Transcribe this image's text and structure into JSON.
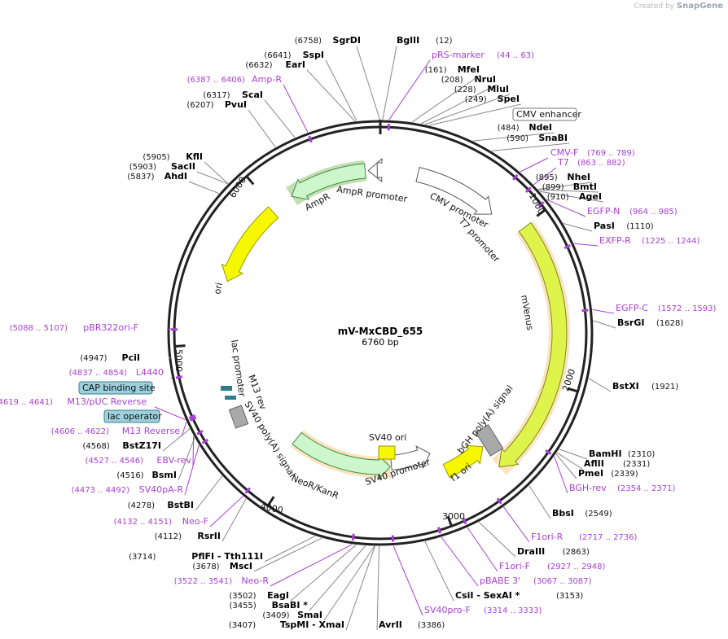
{
  "credit": {
    "created_by": "Created by",
    "brand": "SnapGene"
  },
  "center": {
    "name": "mV-MxCBD_655",
    "length": "6760 bp"
  },
  "ticks": [
    "1000",
    "2000",
    "3000",
    "4000",
    "5000",
    "6000"
  ],
  "sites": [
    {
      "name": "SgrDI",
      "pos": "(6758)"
    },
    {
      "name": "BglII",
      "pos": "(12)"
    },
    {
      "name": "MfeI",
      "pos": "(161)"
    },
    {
      "name": "NruI",
      "pos": "(208)"
    },
    {
      "name": "MluI",
      "pos": "(228)"
    },
    {
      "name": "SpeI",
      "pos": "(249)"
    },
    {
      "name": "NdeI",
      "pos": "(484)"
    },
    {
      "name": "SnaBI",
      "pos": "(590)"
    },
    {
      "name": "NheI",
      "pos": "(895)"
    },
    {
      "name": "BmtI",
      "pos": "(899)"
    },
    {
      "name": "AgeI",
      "pos": "(910)"
    },
    {
      "name": "PasI",
      "pos": "(1110)"
    },
    {
      "name": "BsrGI",
      "pos": "(1628)"
    },
    {
      "name": "BstXI",
      "pos": "(1921)"
    },
    {
      "name": "BamHI",
      "pos": "(2310)"
    },
    {
      "name": "AflII",
      "pos": "(2331)"
    },
    {
      "name": "PmeI",
      "pos": "(2339)"
    },
    {
      "name": "BbsI",
      "pos": "(2549)"
    },
    {
      "name": "DraIII",
      "pos": "(2863)"
    },
    {
      "name": "CsiI  - SexAI *",
      "pos": "(3153)"
    },
    {
      "name": "AvrII",
      "pos": "(3386)"
    },
    {
      "name": "TspMI  - XmaI",
      "pos": "(3407)"
    },
    {
      "name": "SmaI",
      "pos": "(3409)"
    },
    {
      "name": "BsaBI *",
      "pos": "(3455)"
    },
    {
      "name": "EagI",
      "pos": "(3502)"
    },
    {
      "name": "MscI",
      "pos": "(3678)"
    },
    {
      "name": "PflFI  - Tth111I",
      "pos": "(3714)"
    },
    {
      "name": "RsrII",
      "pos": "(4112)"
    },
    {
      "name": "BstBI",
      "pos": "(4278)"
    },
    {
      "name": "BsmI",
      "pos": "(4516)"
    },
    {
      "name": "BstZ17I",
      "pos": "(4568)"
    },
    {
      "name": "PciI",
      "pos": "(4947)"
    },
    {
      "name": "AhdI",
      "pos": "(5837)"
    },
    {
      "name": "SacII",
      "pos": "(5903)"
    },
    {
      "name": "KflI",
      "pos": "(5905)"
    },
    {
      "name": "PvuI",
      "pos": "(6207)"
    },
    {
      "name": "ScaI",
      "pos": "(6317)"
    },
    {
      "name": "EarI",
      "pos": "(6632)"
    },
    {
      "name": "SspI",
      "pos": "(6641)"
    }
  ],
  "primers": [
    {
      "name": "pRS-marker",
      "range": "(44 .. 63)"
    },
    {
      "name": "CMV-F",
      "range": "(769 .. 789)"
    },
    {
      "name": "T7",
      "range": "(863 .. 882)"
    },
    {
      "name": "EGFP-N",
      "range": "(964 .. 985)"
    },
    {
      "name": "EXFP-R",
      "range": "(1225 .. 1244)"
    },
    {
      "name": "EGFP-C",
      "range": "(1572 .. 1593)"
    },
    {
      "name": "BGH-rev",
      "range": "(2354 .. 2371)"
    },
    {
      "name": "F1ori-R",
      "range": "(2717 .. 2736)"
    },
    {
      "name": "F1ori-F",
      "range": "(2927 .. 2948)"
    },
    {
      "name": "pBABE 3'",
      "range": "(3067 .. 3087)"
    },
    {
      "name": "SV40pro-F",
      "range": "(3314 .. 3333)"
    },
    {
      "name": "Neo-R",
      "range": "(3522 .. 3541)"
    },
    {
      "name": "Neo-F",
      "range": "(4132 .. 4151)"
    },
    {
      "name": "SV40pA-R",
      "range": "(4473 .. 4492)"
    },
    {
      "name": "EBV-rev",
      "range": "(4527 .. 4546)"
    },
    {
      "name": "M13 Reverse",
      "range": "(4606 .. 4622)"
    },
    {
      "name": "M13/pUC Reverse",
      "range": "(4619 .. 4641)"
    },
    {
      "name": "L4440",
      "range": "(4837 .. 4854)"
    },
    {
      "name": "pBR322ori-F",
      "range": "(5088 .. 5107)"
    },
    {
      "name": "Amp-R",
      "range": "(6387 .. 6406)"
    }
  ],
  "boxed_features": [
    {
      "name": "CMV enhancer"
    },
    {
      "name": "CAP binding site"
    },
    {
      "name": "lac operator"
    }
  ],
  "features": {
    "amp_promoter": "AmpR promoter",
    "ampr": "AmpR",
    "cmv_promoter": "CMV promoter",
    "t7_promoter": "T7 promoter",
    "mvenus": "mVenus",
    "ori": "ori",
    "lac_promoter": "lac promoter",
    "m13_rev": "M13 rev",
    "sv40_polya": "SV40 poly(A) signal",
    "sv40_ori": "SV40 ori",
    "bgh_polya": "bGH poly(A) signal",
    "f1_ori": "f1 ori",
    "sv40_promoter": "SV40 promoter",
    "neor_kanr": "NeoR/KanR"
  },
  "colors": {
    "backbone": "#222222",
    "enzyme_line": "#888888",
    "primer": "#a93fd6",
    "mvenus_fill": "#dff44b",
    "ori_fill": "#f7f700",
    "resistance_fill": "#ccf7cc",
    "polya_fill": "#a9a9a9",
    "orf_highlight": "#f5b042",
    "resistance_highlight": "#5aa02c"
  }
}
